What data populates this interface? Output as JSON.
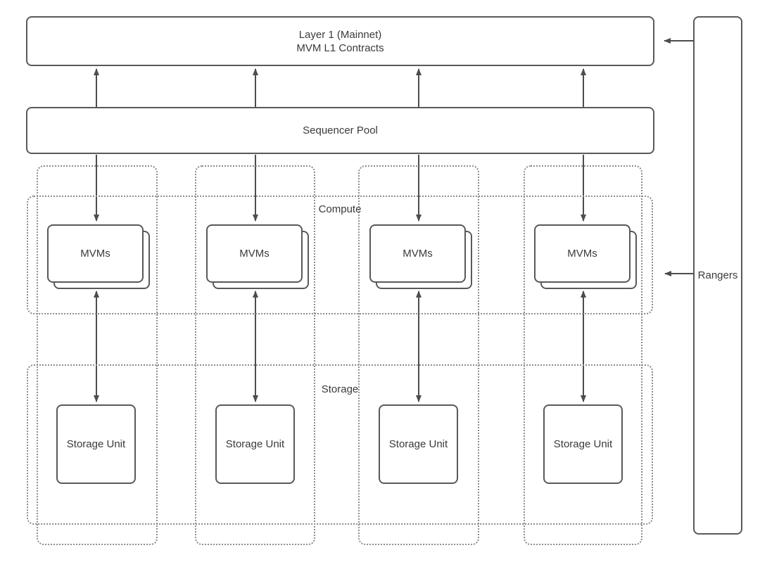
{
  "boxes": {
    "layer1": {
      "line1": "Layer 1 (Mainnet)",
      "line2": "MVM L1 Contracts"
    },
    "sequencer": {
      "label": "Sequencer Pool"
    },
    "rangers": {
      "label": "Rangers"
    }
  },
  "regions": {
    "compute": {
      "label": "Compute"
    },
    "storage": {
      "label": "Storage"
    }
  },
  "columns": [
    {
      "mvm_label": "MVMs",
      "storage_unit_label": "Storage Unit"
    },
    {
      "mvm_label": "MVMs",
      "storage_unit_label": "Storage Unit"
    },
    {
      "mvm_label": "MVMs",
      "storage_unit_label": "Storage Unit"
    },
    {
      "mvm_label": "MVMs",
      "storage_unit_label": "Storage Unit"
    }
  ],
  "connections": {
    "sequencer_to_layer1": "arrow-up",
    "sequencer_to_mvms": "arrow-down",
    "mvms_to_storage_unit": "arrow-both",
    "rangers_to_layer1": "arrow-left",
    "rangers_to_mvms": "arrow-left"
  },
  "colors": {
    "box_border": "#595959",
    "dotted_border": "#8c8c8c",
    "arrow": "#4d4d4d",
    "text": "#3a3a3a",
    "background": "#ffffff"
  }
}
